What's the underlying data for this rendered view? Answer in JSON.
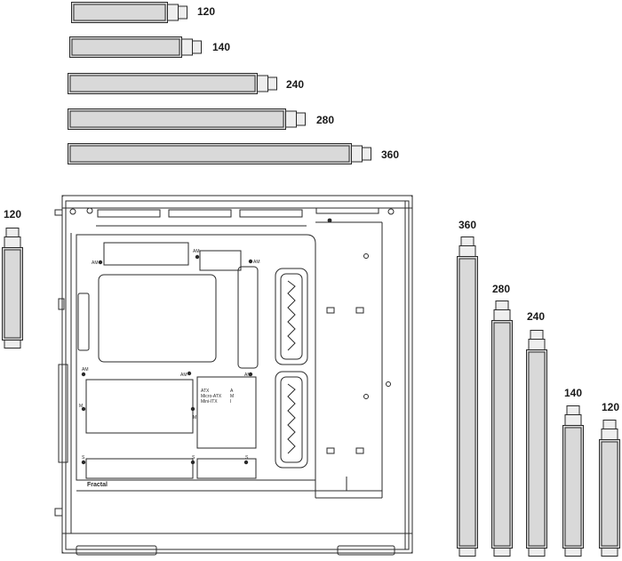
{
  "horizontal_radiators": [
    {
      "size": "120"
    },
    {
      "size": "140"
    },
    {
      "size": "240"
    },
    {
      "size": "280"
    },
    {
      "size": "360"
    }
  ],
  "vertical_radiators_right": [
    {
      "size": "360"
    },
    {
      "size": "280"
    },
    {
      "size": "240"
    },
    {
      "size": "140"
    },
    {
      "size": "120"
    }
  ],
  "front_left_radiator": {
    "size": "120"
  },
  "case": {
    "brand": "Fractal",
    "mount_markers": {
      "am": "AM",
      "m": "M",
      "a": "A",
      "i": "I",
      "s": "S"
    },
    "form_factor_legend": [
      {
        "name": "ATX",
        "code": "A"
      },
      {
        "name": "Micro-ATX",
        "code": "M"
      },
      {
        "name": "Mini-ITX",
        "code": "I"
      }
    ]
  },
  "colors": {
    "outline": "#2a2a2a",
    "radiator_fill": "#d9d9d9",
    "radiator_cap": "#eeeeee"
  }
}
